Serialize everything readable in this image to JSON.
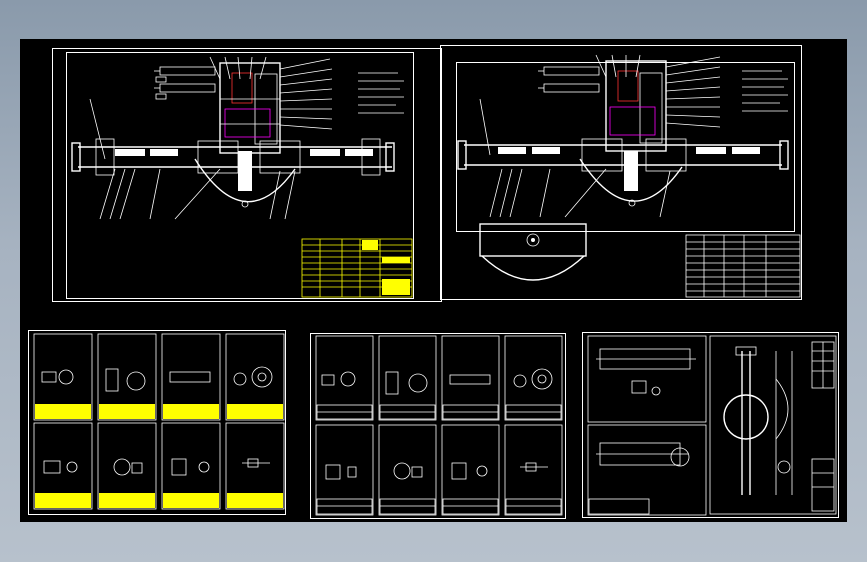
{
  "viewport": {
    "background_top": "#8a9aab",
    "background_bottom": "#b7c1cc",
    "canvas_color": "#000000"
  },
  "colors": {
    "line": "#ffffff",
    "title_block": "#ffff00",
    "accent_magenta": "#ff00ff",
    "accent_red": "#ff3333",
    "accent_cyan": "#00ffff"
  },
  "drawings": {
    "assembly_left": {
      "kind": "assembly-drawing",
      "title_block_color": "yellow"
    },
    "assembly_right": {
      "kind": "assembly-drawing",
      "title_block_color": "white"
    },
    "parts_group_a": {
      "kind": "part-drawings",
      "sheet_count": 8,
      "title_block_color": "yellow"
    },
    "parts_group_b": {
      "kind": "part-drawings",
      "sheet_count": 8,
      "title_block_color": "white"
    },
    "parts_group_c": {
      "kind": "part-drawings",
      "sheet_count": 3,
      "title_block_color": "white"
    }
  }
}
